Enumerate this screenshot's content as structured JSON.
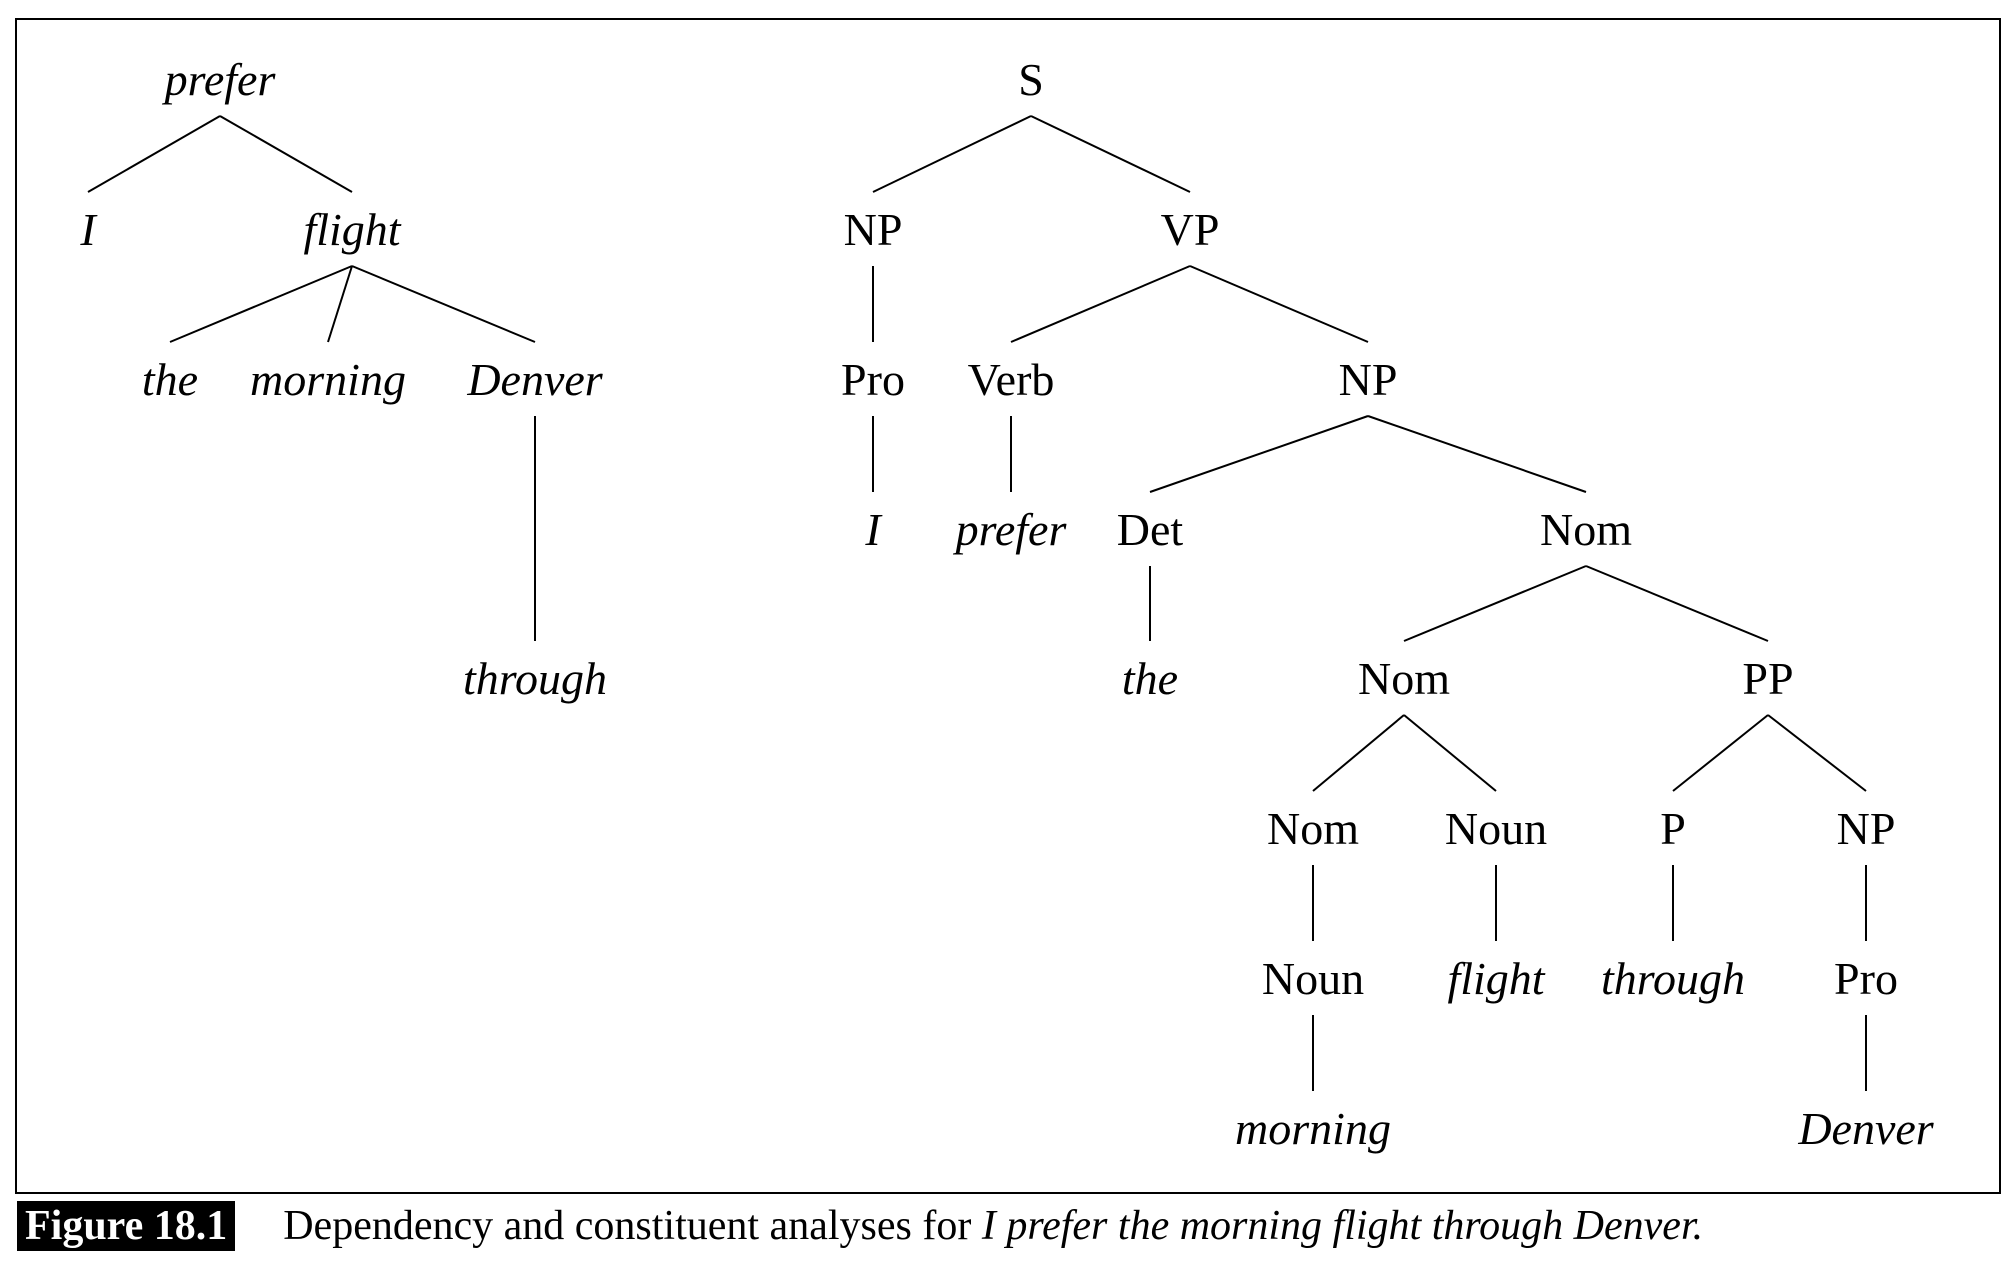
{
  "dependency_tree": {
    "nodes": [
      {
        "id": "d_prefer",
        "label": "prefer"
      },
      {
        "id": "d_I",
        "label": "I"
      },
      {
        "id": "d_flight",
        "label": "flight"
      },
      {
        "id": "d_the",
        "label": "the"
      },
      {
        "id": "d_morning",
        "label": "morning"
      },
      {
        "id": "d_Denver",
        "label": "Denver"
      },
      {
        "id": "d_through",
        "label": "through"
      }
    ],
    "edges": [
      [
        "d_prefer",
        "d_I"
      ],
      [
        "d_prefer",
        "d_flight"
      ],
      [
        "d_flight",
        "d_the"
      ],
      [
        "d_flight",
        "d_morning"
      ],
      [
        "d_flight",
        "d_Denver"
      ],
      [
        "d_Denver",
        "d_through"
      ]
    ]
  },
  "constituent_tree": {
    "nodes": [
      {
        "id": "c_S",
        "label": "S"
      },
      {
        "id": "c_NP1",
        "label": "NP"
      },
      {
        "id": "c_VP",
        "label": "VP"
      },
      {
        "id": "c_Pro1",
        "label": "Pro"
      },
      {
        "id": "c_I",
        "label": "I"
      },
      {
        "id": "c_Verb",
        "label": "Verb"
      },
      {
        "id": "c_prefer",
        "label": "prefer"
      },
      {
        "id": "c_NP2",
        "label": "NP"
      },
      {
        "id": "c_Det",
        "label": "Det"
      },
      {
        "id": "c_the",
        "label": "the"
      },
      {
        "id": "c_Nom1",
        "label": "Nom"
      },
      {
        "id": "c_Nom2",
        "label": "Nom"
      },
      {
        "id": "c_PP",
        "label": "PP"
      },
      {
        "id": "c_Nom3",
        "label": "Nom"
      },
      {
        "id": "c_Noun1",
        "label": "Noun"
      },
      {
        "id": "c_P",
        "label": "P"
      },
      {
        "id": "c_NP3",
        "label": "NP"
      },
      {
        "id": "c_Noun2",
        "label": "Noun"
      },
      {
        "id": "c_flight",
        "label": "flight"
      },
      {
        "id": "c_through",
        "label": "through"
      },
      {
        "id": "c_Pro2",
        "label": "Pro"
      },
      {
        "id": "c_morning",
        "label": "morning"
      },
      {
        "id": "c_Denver",
        "label": "Denver"
      }
    ],
    "edges": [
      [
        "c_S",
        "c_NP1"
      ],
      [
        "c_S",
        "c_VP"
      ],
      [
        "c_NP1",
        "c_Pro1"
      ],
      [
        "c_Pro1",
        "c_I"
      ],
      [
        "c_VP",
        "c_Verb"
      ],
      [
        "c_VP",
        "c_NP2"
      ],
      [
        "c_Verb",
        "c_prefer"
      ],
      [
        "c_NP2",
        "c_Det"
      ],
      [
        "c_NP2",
        "c_Nom1"
      ],
      [
        "c_Det",
        "c_the"
      ],
      [
        "c_Nom1",
        "c_Nom2"
      ],
      [
        "c_Nom1",
        "c_PP"
      ],
      [
        "c_Nom2",
        "c_Nom3"
      ],
      [
        "c_Nom2",
        "c_Noun1"
      ],
      [
        "c_Nom3",
        "c_Noun2"
      ],
      [
        "c_Noun2",
        "c_morning"
      ],
      [
        "c_Noun1",
        "c_flight"
      ],
      [
        "c_PP",
        "c_P"
      ],
      [
        "c_PP",
        "c_NP3"
      ],
      [
        "c_P",
        "c_through"
      ],
      [
        "c_NP3",
        "c_Pro2"
      ],
      [
        "c_Pro2",
        "c_Denver"
      ]
    ]
  },
  "caption": {
    "label": "Figure 18.1",
    "text": "Dependency and constituent analyses for ",
    "sentence": "I prefer the morning flight through Denver."
  }
}
